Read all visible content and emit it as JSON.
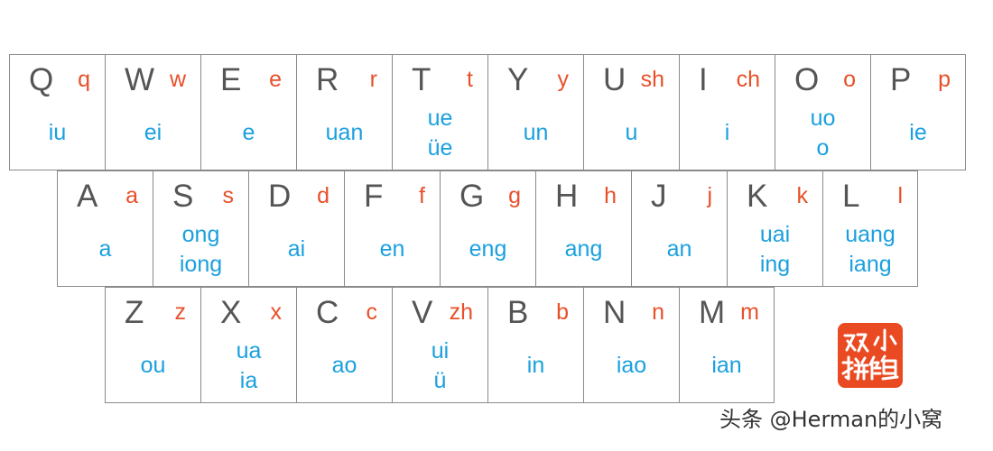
{
  "keyboard": {
    "rows": [
      [
        {
          "letter": "Q",
          "initial": "q",
          "finals": [
            "iu"
          ]
        },
        {
          "letter": "W",
          "initial": "w",
          "finals": [
            "ei"
          ]
        },
        {
          "letter": "E",
          "initial": "e",
          "finals": [
            "e"
          ]
        },
        {
          "letter": "R",
          "initial": "r",
          "finals": [
            "uan"
          ]
        },
        {
          "letter": "T",
          "initial": "t",
          "finals": [
            "ue",
            "üe"
          ]
        },
        {
          "letter": "Y",
          "initial": "y",
          "finals": [
            "un"
          ]
        },
        {
          "letter": "U",
          "initial": "sh",
          "finals": [
            "u"
          ]
        },
        {
          "letter": "I",
          "initial": "ch",
          "finals": [
            "i"
          ]
        },
        {
          "letter": "O",
          "initial": "o",
          "finals": [
            "uo",
            "o"
          ]
        },
        {
          "letter": "P",
          "initial": "p",
          "finals": [
            "ie"
          ]
        }
      ],
      [
        {
          "letter": "A",
          "initial": "a",
          "finals": [
            "a"
          ]
        },
        {
          "letter": "S",
          "initial": "s",
          "finals": [
            "ong",
            "iong"
          ]
        },
        {
          "letter": "D",
          "initial": "d",
          "finals": [
            "ai"
          ]
        },
        {
          "letter": "F",
          "initial": "f",
          "finals": [
            "en"
          ]
        },
        {
          "letter": "G",
          "initial": "g",
          "finals": [
            "eng"
          ]
        },
        {
          "letter": "H",
          "initial": "h",
          "finals": [
            "ang"
          ]
        },
        {
          "letter": "J",
          "initial": "j",
          "finals": [
            "an"
          ]
        },
        {
          "letter": "K",
          "initial": "k",
          "finals": [
            "uai",
            "ing"
          ]
        },
        {
          "letter": "L",
          "initial": "l",
          "finals": [
            "uang",
            "iang"
          ]
        }
      ],
      [
        {
          "letter": "Z",
          "initial": "z",
          "finals": [
            "ou"
          ]
        },
        {
          "letter": "X",
          "initial": "x",
          "finals": [
            "ua",
            "ia"
          ]
        },
        {
          "letter": "C",
          "initial": "c",
          "finals": [
            "ao"
          ]
        },
        {
          "letter": "V",
          "initial": "zh",
          "finals": [
            "ui",
            "ü"
          ]
        },
        {
          "letter": "B",
          "initial": "b",
          "finals": [
            "in"
          ]
        },
        {
          "letter": "N",
          "initial": "n",
          "finals": [
            "iao"
          ]
        },
        {
          "letter": "M",
          "initial": "m",
          "finals": [
            "ian"
          ]
        }
      ]
    ]
  },
  "logo": {
    "text": "双拼小鹤",
    "color": "#ea4a22",
    "text_color": "#ffffff"
  },
  "watermark": {
    "text": "头条 @Herman的小窝"
  },
  "colors": {
    "letter": "#555555",
    "initial": "#e8502a",
    "final": "#1aa0de",
    "border": "#8a8a8a"
  }
}
